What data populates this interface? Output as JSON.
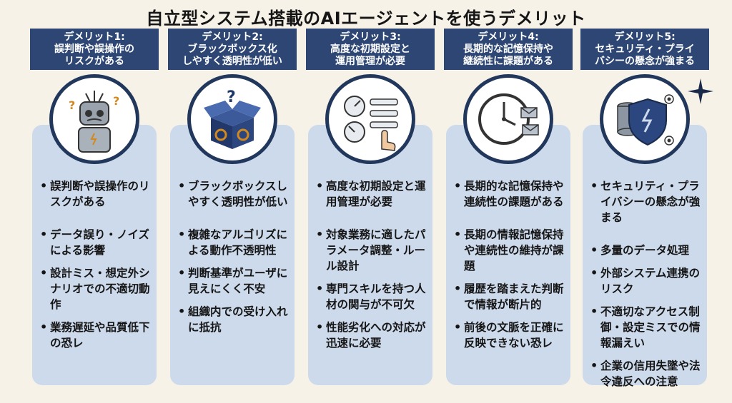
{
  "title": "自立型システム搭載のAIエージェントを使うデメリット",
  "columns": [
    {
      "head_line1": "デメリット1:",
      "head_line2": "誤判断や誤操作の",
      "head_line3": "リスクがある",
      "icon": "confused-robot-icon",
      "bullets": [
        "誤判断や誤操作のリスクがある",
        "データ誤り・ノイズによる影響",
        "設計ミス・想定外シナリオでの不適切動作",
        "業務遅延や品質低下の恐レ"
      ]
    },
    {
      "head_line1": "デメリット2:",
      "head_line2": "ブラックボックス化",
      "head_line3": "しやすく透明性が低い",
      "icon": "black-box-gears-icon",
      "bullets": [
        "ブラックボックスしやすく透明性が低い",
        "複雑なアルゴリズによる動作不透明性",
        "判断基準がユーザに見えにくく不安",
        "組織内での受け入れに抵抗"
      ]
    },
    {
      "head_line1": "デメリット3:",
      "head_line2": "高度な初期設定と",
      "head_line3": "運用管理が必要",
      "icon": "gauges-settings-icon",
      "bullets": [
        "高度な初期設定と運用管理が必要",
        "対象業務に適したパラメータ調整・ルール設計",
        "専門スキルを持つ人材の関与が不可欠",
        "性能劣化への対応が迅速に必要"
      ]
    },
    {
      "head_line1": "デメリット4:",
      "head_line2": "長期的な記憶保持や",
      "head_line3": "継続性に課題がある",
      "icon": "clock-mail-icon",
      "bullets": [
        "長期的な記憶保持や連続性の課題がある",
        "長期の情報記憶保持や連続性の維持が課題",
        "履歴を踏まえた判断で情報が断片的",
        "前後の文脈を正確に反映できない恐レ"
      ]
    },
    {
      "head_line1": "デメリット5:",
      "head_line2": "セキュリティ・プライ",
      "head_line3": "バシーの懸念が強まる",
      "icon": "shield-database-icon",
      "bullets": [
        "セキュリティ・プライバシーの懸念が強まる",
        "多量のデータ処理",
        "外部システム連携のリスク",
        "不適切なアクセス制御・設定ミスでの情報漏えい",
        "企業の信用失墜や法令違反への注意"
      ]
    }
  ],
  "colors": {
    "header": "#2d4673",
    "panel": "#cddaec",
    "circle_border": "#21375c",
    "background": "#f7f2e8"
  }
}
